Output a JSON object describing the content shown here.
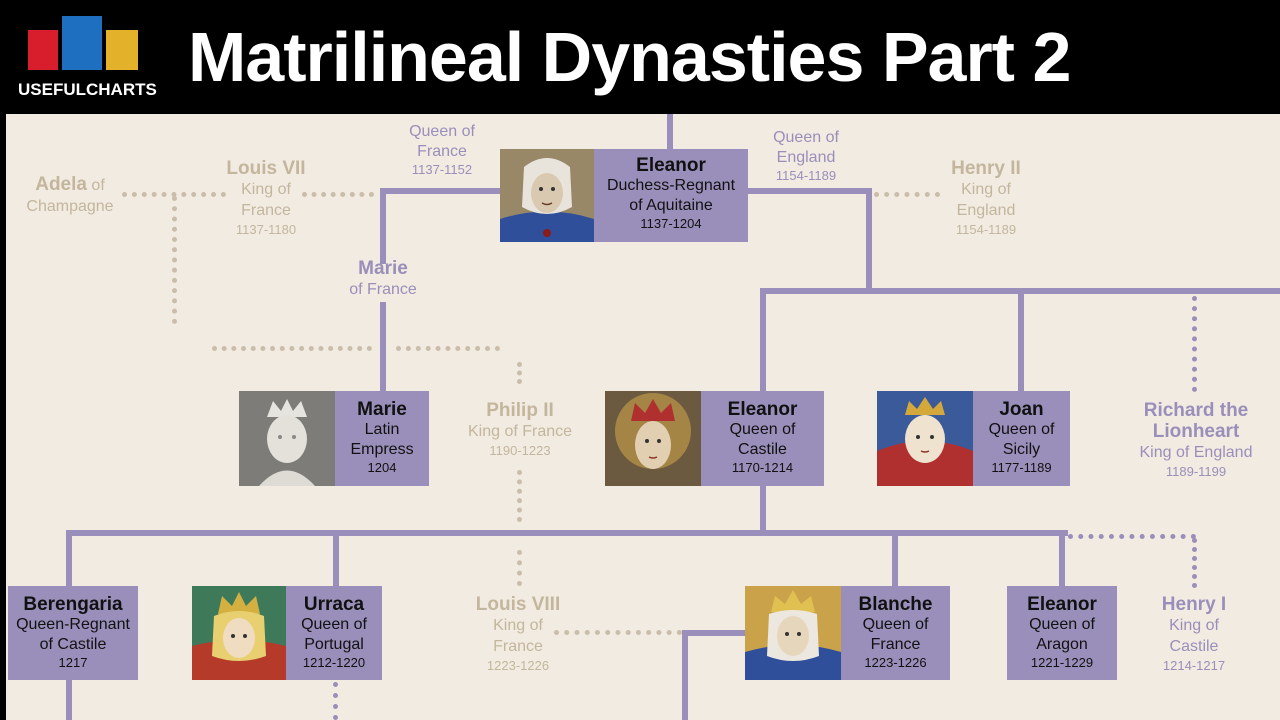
{
  "header": {
    "logo_text": "USEFULCHARTS",
    "title": "Matrilineal Dynasties Part 2",
    "logo_colors": [
      "#d81e2c",
      "#1f6fc1",
      "#e3b22a"
    ]
  },
  "colors": {
    "line": "#9a8fba",
    "background": "#f1ebe1",
    "faded": "#c3b69c"
  },
  "marriage_labels": {
    "france": {
      "title": "Queen of",
      "place": "France",
      "years": "1137-1152"
    },
    "england": {
      "title": "Queen of",
      "place": "England",
      "years": "1154-1189"
    }
  },
  "people": {
    "adela": {
      "name": "Adela",
      "of": "of",
      "place": "Champagne"
    },
    "louis7": {
      "name": "Louis VII",
      "line1": "King of",
      "line2": "France",
      "years": "1137-1180"
    },
    "henry2": {
      "name": "Henry II",
      "line1": "King of",
      "line2": "England",
      "years": "1154-1189"
    },
    "eleanor_aq": {
      "name": "Eleanor",
      "line1": "Duchess-Regnant",
      "line2": "of Aquitaine",
      "years": "1137-1204"
    },
    "marie_fr": {
      "name": "Marie",
      "line1": "of France"
    },
    "marie_le": {
      "name": "Marie",
      "line1": "Latin",
      "line2": "Empress",
      "years": "1204"
    },
    "philip2": {
      "name": "Philip II",
      "line1": "King of France",
      "years": "1190-1223"
    },
    "eleanor_ca": {
      "name": "Eleanor",
      "line1": "Queen of",
      "line2": "Castile",
      "years": "1170-1214"
    },
    "joan": {
      "name": "Joan",
      "line1": "Queen of",
      "line2": "Sicily",
      "years": "1177-1189"
    },
    "richard": {
      "name": "Richard the",
      "name2": "Lionheart",
      "line1": "King of England",
      "years": "1189-1199"
    },
    "berengaria": {
      "name": "Berengaria",
      "line1": "Queen-Regnant",
      "line2": "of Castile",
      "years": "1217"
    },
    "urraca": {
      "name": "Urraca",
      "line1": "Queen of",
      "line2": "Portugal",
      "years": "1212-1220"
    },
    "louis8": {
      "name": "Louis VIII",
      "line1": "King of",
      "line2": "France",
      "years": "1223-1226"
    },
    "blanche": {
      "name": "Blanche",
      "line1": "Queen of",
      "line2": "France",
      "years": "1223-1226"
    },
    "eleanor_ar": {
      "name": "Eleanor",
      "line1": "Queen of",
      "line2": "Aragon",
      "years": "1221-1229"
    },
    "henry1": {
      "name": "Henry I",
      "line1": "King of",
      "line2": "Castile",
      "years": "1214-1217"
    }
  }
}
